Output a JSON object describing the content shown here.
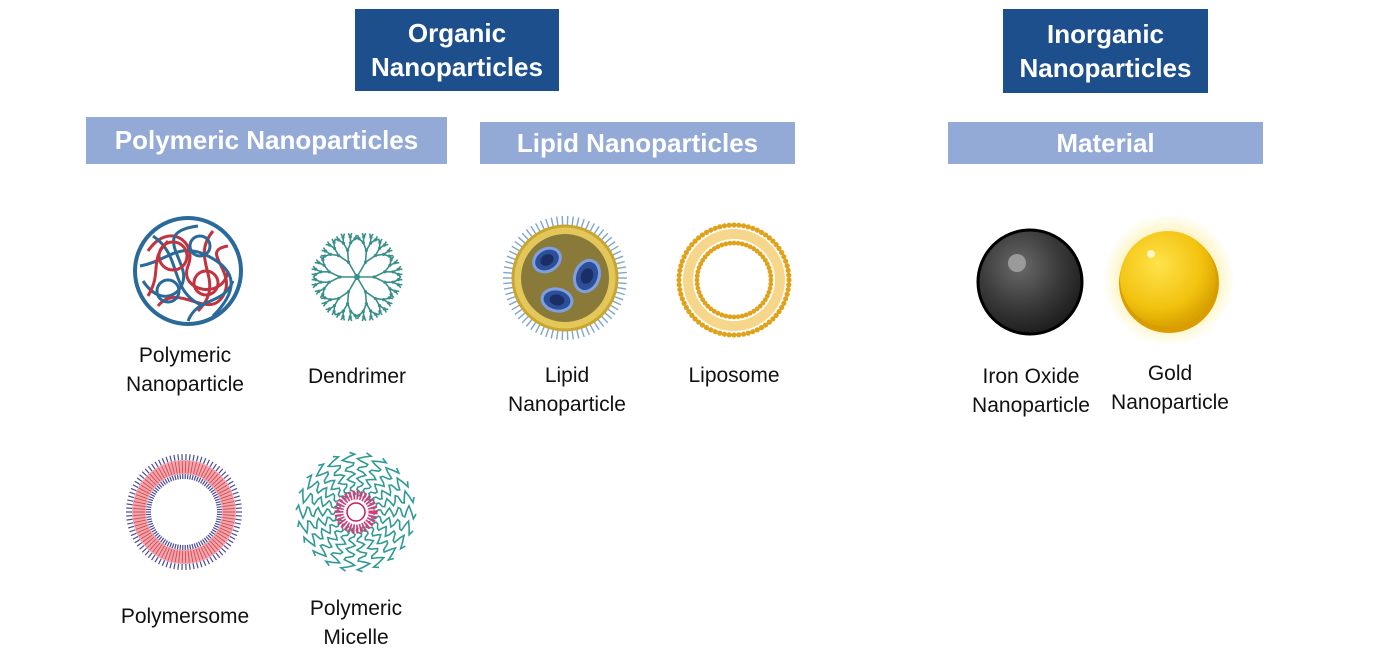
{
  "headers": {
    "organic": "Organic\nNanoparticles",
    "inorganic": "Inorganic\nNanoparticles"
  },
  "subheaders": {
    "polymeric": "Polymeric Nanoparticles",
    "lipid": "Lipid Nanoparticles",
    "material": "Material"
  },
  "items": {
    "polymeric_nanoparticle": "Polymeric\nNanoparticle",
    "dendrimer": "Dendrimer",
    "polymersome": "Polymersome",
    "polymeric_micelle": "Polymeric\nMicelle",
    "lipid_nanoparticle": "Lipid\nNanoparticle",
    "liposome": "Liposome",
    "iron_oxide": "Iron Oxide\nNanoparticle",
    "gold": "Gold\nNanoparticle"
  },
  "colors": {
    "header_bg": "#1d4f8c",
    "subheader_bg": "#93a9d6",
    "polymer_red": "#c0333f",
    "polymer_blue": "#2a6a9a",
    "dendrimer_teal": "#3a8f8a",
    "lipid_gold": "#e0a21a",
    "iron_dark": "#2b2b2b",
    "gold": "#f2c20f"
  }
}
